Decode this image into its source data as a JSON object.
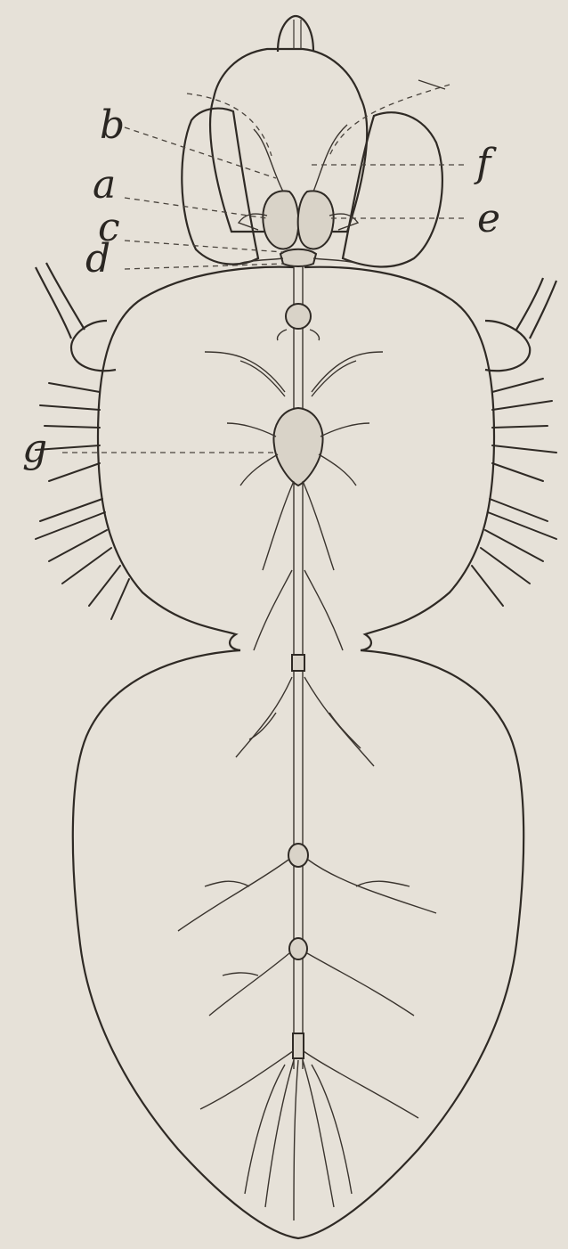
{
  "figure": {
    "labels": {
      "a": "a",
      "b": "b",
      "c": "c",
      "d": "d",
      "e": "e",
      "f": "f",
      "g": "g"
    }
  }
}
